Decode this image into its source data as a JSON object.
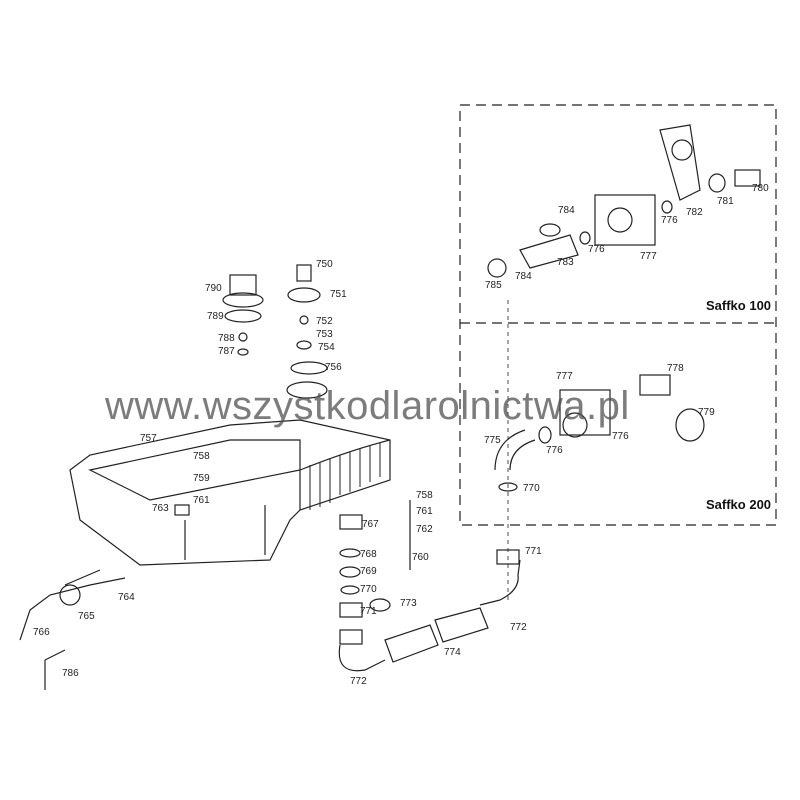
{
  "watermark": "www.wszystkodlarolnictwa.pl",
  "models": {
    "top": "Saffko 100",
    "bottom": "Saffko 200"
  },
  "labels": [
    "790",
    "789",
    "788",
    "787",
    "750",
    "751",
    "752",
    "753",
    "754",
    "756",
    "757",
    "758",
    "759",
    "761",
    "763",
    "764",
    "765",
    "766",
    "786",
    "758",
    "761",
    "762",
    "760",
    "767",
    "768",
    "769",
    "770",
    "771",
    "773",
    "772",
    "774",
    "772",
    "771",
    "770",
    "775",
    "776",
    "777",
    "778",
    "779",
    "776",
    "784",
    "776",
    "783",
    "784",
    "785",
    "777",
    "776",
    "782",
    "781",
    "780"
  ]
}
